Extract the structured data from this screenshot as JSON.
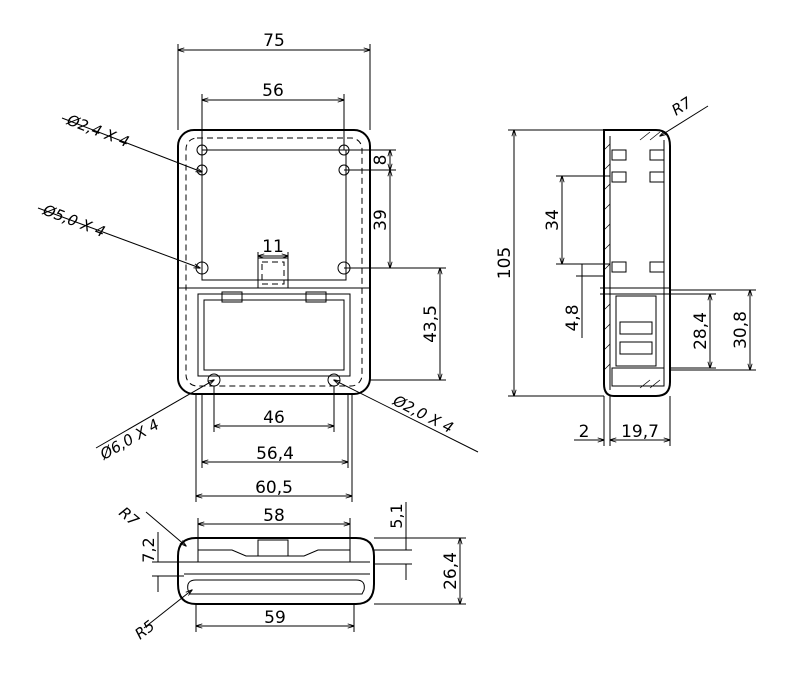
{
  "front_view": {
    "width": "75",
    "hole_spacing_x": "56",
    "hole_spacing_y_small": "8",
    "hole_spacing_y_main": "39",
    "slot_width": "11",
    "lower_height": "43,5",
    "inner_width_46": "46",
    "inner_width_56_4": "56,4",
    "base_width": "60,5",
    "callout_holes_small": "Ø2,4  X  4",
    "callout_holes_large": "Ø5,0  X  4",
    "callout_holes_6": "Ø6,0  X  4",
    "callout_holes_2": "Ø2,0  X  4"
  },
  "side_view": {
    "radius": "R7",
    "height": "105",
    "dim_34": "34",
    "dim_4_8": "4,8",
    "dim_28_4": "28,4",
    "dim_30_8": "30,8",
    "wall": "2",
    "depth": "19,7"
  },
  "bottom_view": {
    "radius_top": "R7",
    "radius_bottom": "R5",
    "top_width": "58",
    "bottom_width": "59",
    "dim_5_1": "5,1",
    "dim_7_2": "7,2",
    "dim_26_4": "26,4"
  }
}
